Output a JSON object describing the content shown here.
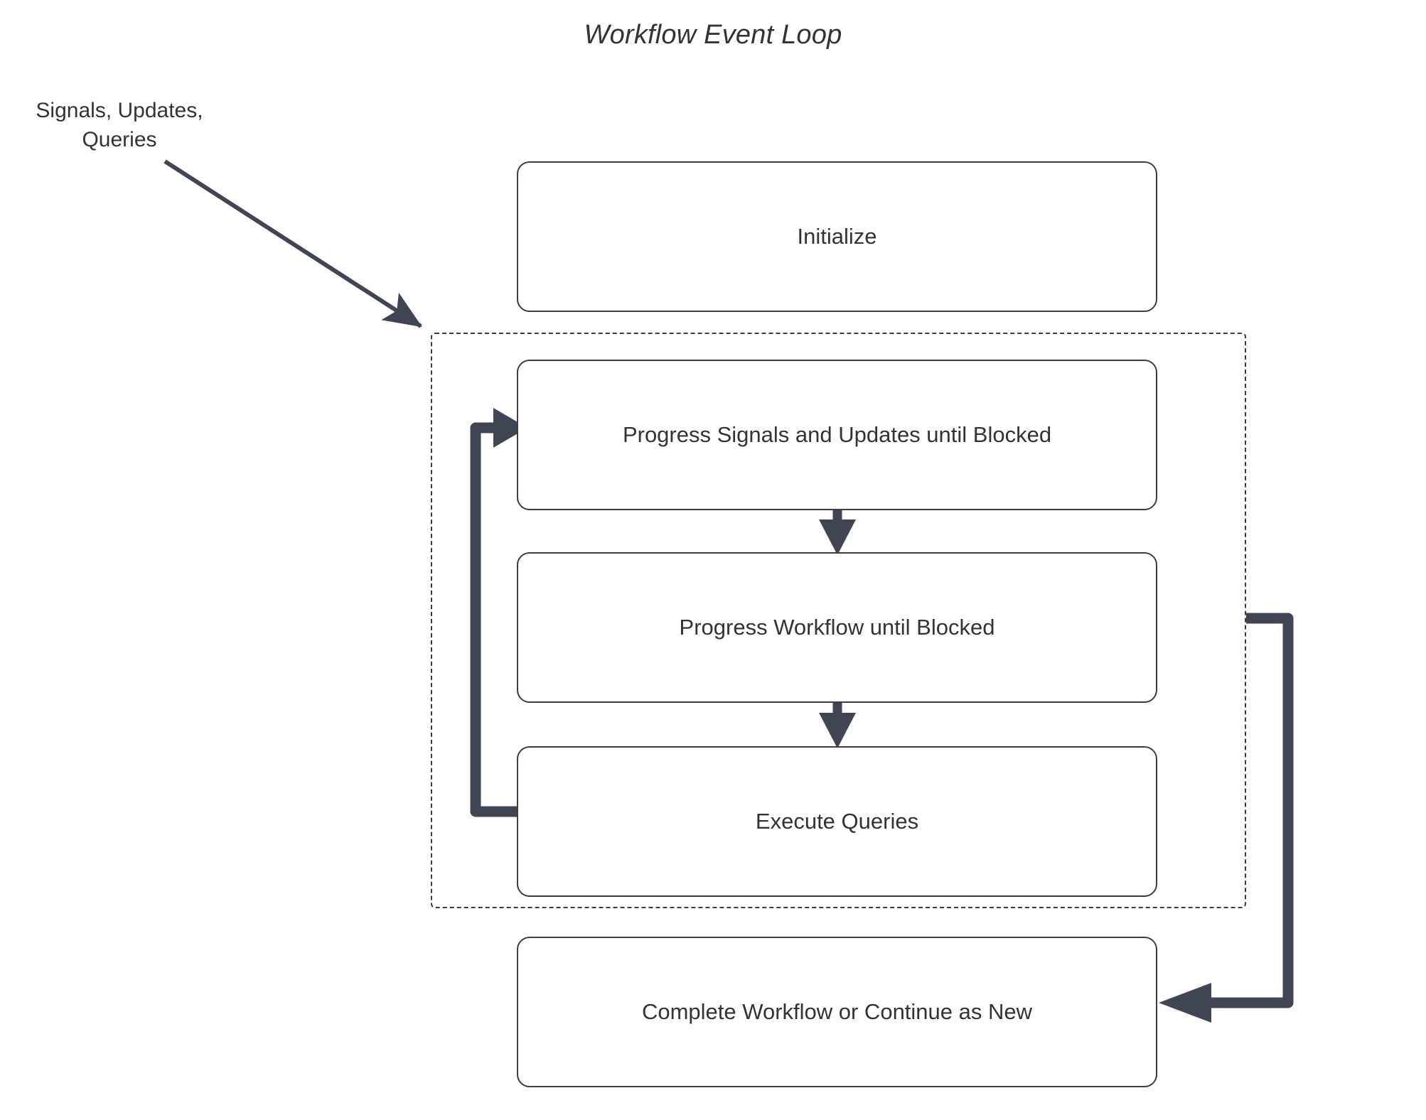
{
  "diagram": {
    "title": "Workflow Event Loop",
    "external_input_label": "Signals, Updates,\nQueries",
    "colors": {
      "text": "#333333",
      "node_border": "#3d3d3d",
      "connector": "#3f4552",
      "thin_arrow": "#3f4552",
      "background": "#ffffff"
    },
    "nodes": [
      {
        "id": "initialize",
        "label": "Initialize"
      },
      {
        "id": "progress-signals-updates",
        "label": "Progress Signals and Updates until Blocked"
      },
      {
        "id": "progress-workflow",
        "label": "Progress Workflow until Blocked"
      },
      {
        "id": "execute-queries",
        "label": "Execute Queries"
      },
      {
        "id": "complete-workflow",
        "label": "Complete Workflow or Continue as New"
      }
    ],
    "loop_container": {
      "style": "dashed",
      "contains": [
        "progress-signals-updates",
        "progress-workflow",
        "execute-queries"
      ]
    },
    "edges": [
      {
        "from": "external-input",
        "to": "loop-container",
        "style": "thin-diagonal-arrow"
      },
      {
        "from": "progress-signals-updates",
        "to": "progress-workflow",
        "style": "thick-down-arrow"
      },
      {
        "from": "progress-workflow",
        "to": "execute-queries",
        "style": "thick-down-arrow"
      },
      {
        "from": "execute-queries",
        "to": "progress-signals-updates",
        "style": "thick-loop-back-left"
      },
      {
        "from": "loop-container",
        "to": "complete-workflow",
        "style": "thick-loop-right-exit"
      }
    ]
  }
}
